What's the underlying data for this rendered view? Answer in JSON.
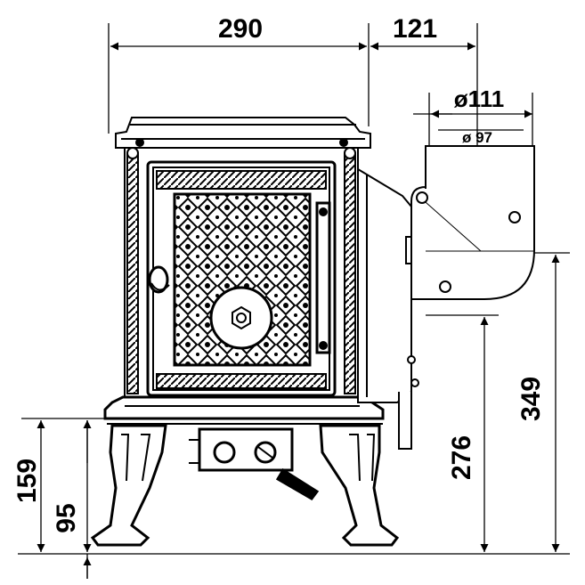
{
  "dimensions": {
    "width": "290",
    "flue_offset": "121",
    "flue_outer_diameter": "ø111",
    "flue_inner_diameter": "ø 97",
    "flue_height": "349",
    "rear_connection_height": "276",
    "ash_door_height": "159",
    "leg_height": "95"
  },
  "colors": {
    "ink": "#000000",
    "paper": "#ffffff"
  }
}
